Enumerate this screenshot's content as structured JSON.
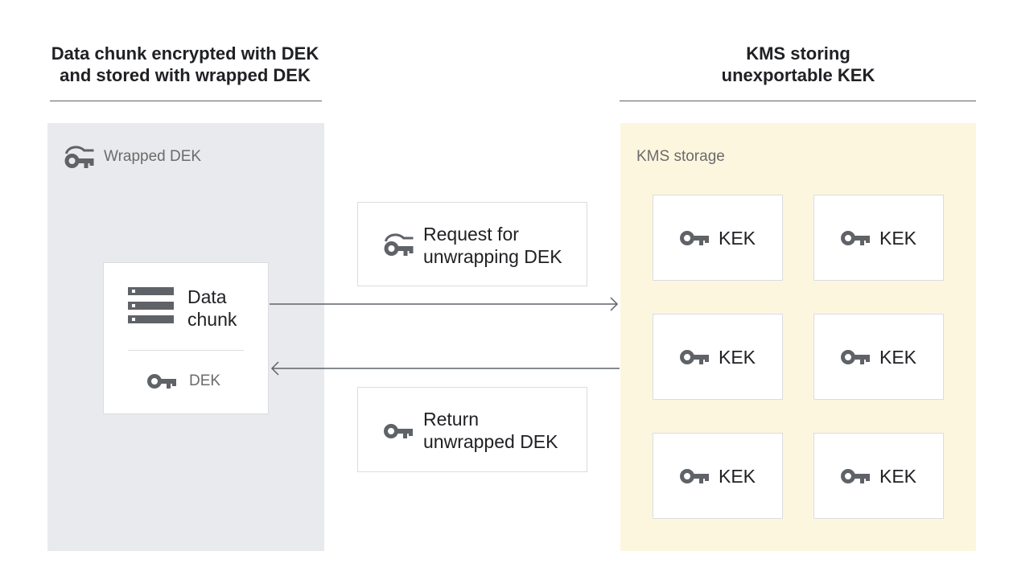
{
  "left_header": {
    "line1": "Data chunk encrypted with DEK",
    "line2": "and stored with wrapped DEK"
  },
  "right_header": {
    "line1": "KMS storing",
    "line2": "unexportable KEK"
  },
  "left_panel": {
    "label": "Wrapped DEK",
    "icon": "wrapped-key-icon"
  },
  "data_card": {
    "line1": "Data",
    "line2": "chunk",
    "key_label": "DEK",
    "icon": "storage-icon"
  },
  "request": {
    "line1": "Request for",
    "line2": "unwrapping DEK",
    "icon": "wrapped-key-icon"
  },
  "return": {
    "line1": "Return",
    "line2": "unwrapped DEK",
    "icon": "key-icon"
  },
  "kms": {
    "label": "KMS storage",
    "keys": [
      "KEK",
      "KEK",
      "KEK",
      "KEK",
      "KEK",
      "KEK"
    ]
  },
  "colors": {
    "left_panel": "#e8eaed",
    "right_panel": "#fdf6df",
    "icon": "#5f6368"
  }
}
